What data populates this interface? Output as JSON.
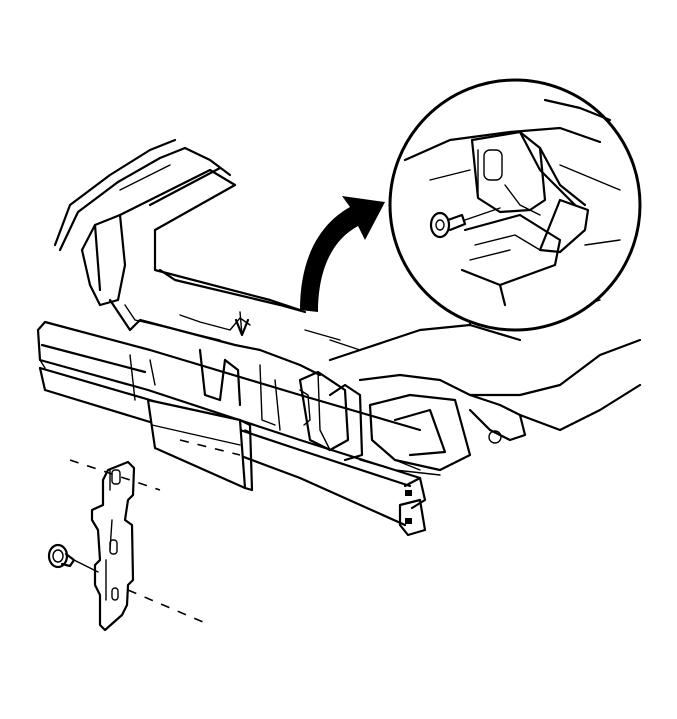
{
  "diagram": {
    "colors": {
      "line": "#000000",
      "background": "#ffffff"
    },
    "parts": [
      "hood",
      "radiator-support",
      "bumper-impact-bar",
      "headlamp-opening",
      "fender",
      "bracket",
      "bracket-screw",
      "detail-inset-view",
      "detail-screw",
      "detail-bracket",
      "direction-arrow"
    ]
  }
}
